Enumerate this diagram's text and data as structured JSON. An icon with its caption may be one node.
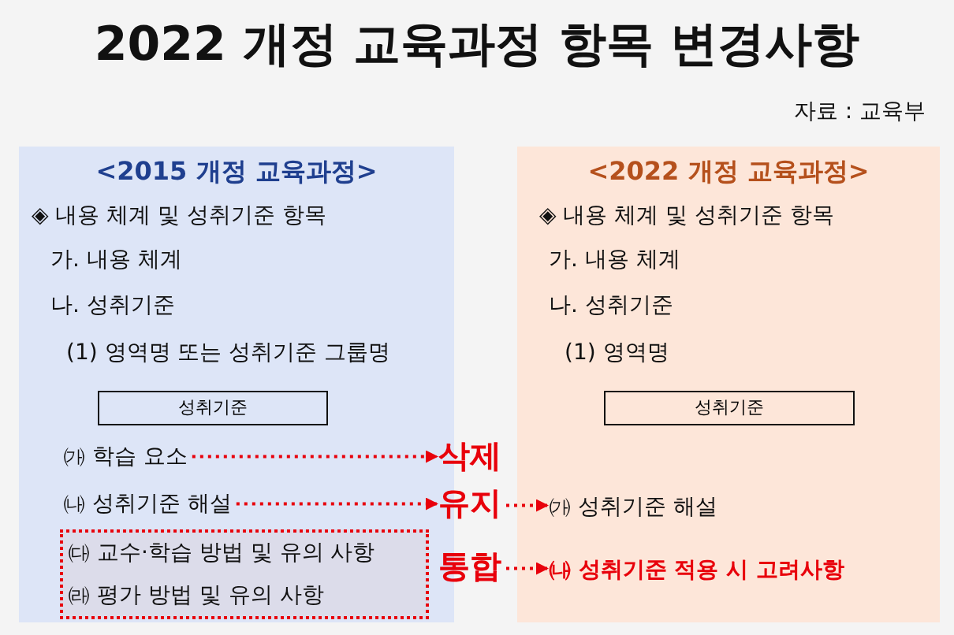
{
  "diagram": {
    "title": "2022 개정 교육과정 항목 변경사항",
    "nodes": [
      {
        "text": [
          "<2015 개정 교육과정>",
          "◈ 내용 체계 및 성취기준 항목",
          "가. 내용 체계",
          "나. 성취기준",
          "(1) 영역명 또는 성취기준 그룹명"
        ]
      },
      {
        "text": [
          "성취기준"
        ],
        "in": 0
      },
      {
        "text": [
          "㈎ 학습 요소"
        ],
        "in": 0
      },
      {
        "text": [
          "㈏ 성취기준 해설"
        ],
        "in": 0
      },
      {
        "text": [
          "㈐ 교수·학습 방법 및 유의 사항",
          "㈑ 평가 방법 및 유의 사항"
        ],
        "in": 0
      },
      {
        "text": [
          "<2022 개정 교육과정>",
          "◈ 내용 체계 및 성취기준 항목",
          "가. 내용 체계",
          "나. 성취기준",
          "(1) 영역명"
        ]
      },
      {
        "text": [
          "성취기준"
        ],
        "in": 5
      },
      {
        "text": [
          "삭제"
        ]
      },
      {
        "text": [
          "유지"
        ]
      },
      {
        "text": [
          "통합"
        ]
      },
      {
        "text": [
          "㈎ 성취기준 해설"
        ],
        "in": 5
      },
      {
        "text": [
          "㈏ 성취기준 적용 시 고려사항"
        ],
        "in": 5
      }
    ],
    "edges": [
      {
        "from": 2,
        "to": 7,
        "arrow": "to",
        "style": "dashed"
      },
      {
        "from": 3,
        "to": 8,
        "arrow": "to",
        "style": "dashed"
      },
      {
        "from": 8,
        "to": 10,
        "arrow": "to",
        "style": "dashed"
      },
      {
        "from": 9,
        "to": 11,
        "arrow": "to",
        "style": "dashed"
      }
    ],
    "labels": [
      "자료 : 교육부"
    ]
  }
}
